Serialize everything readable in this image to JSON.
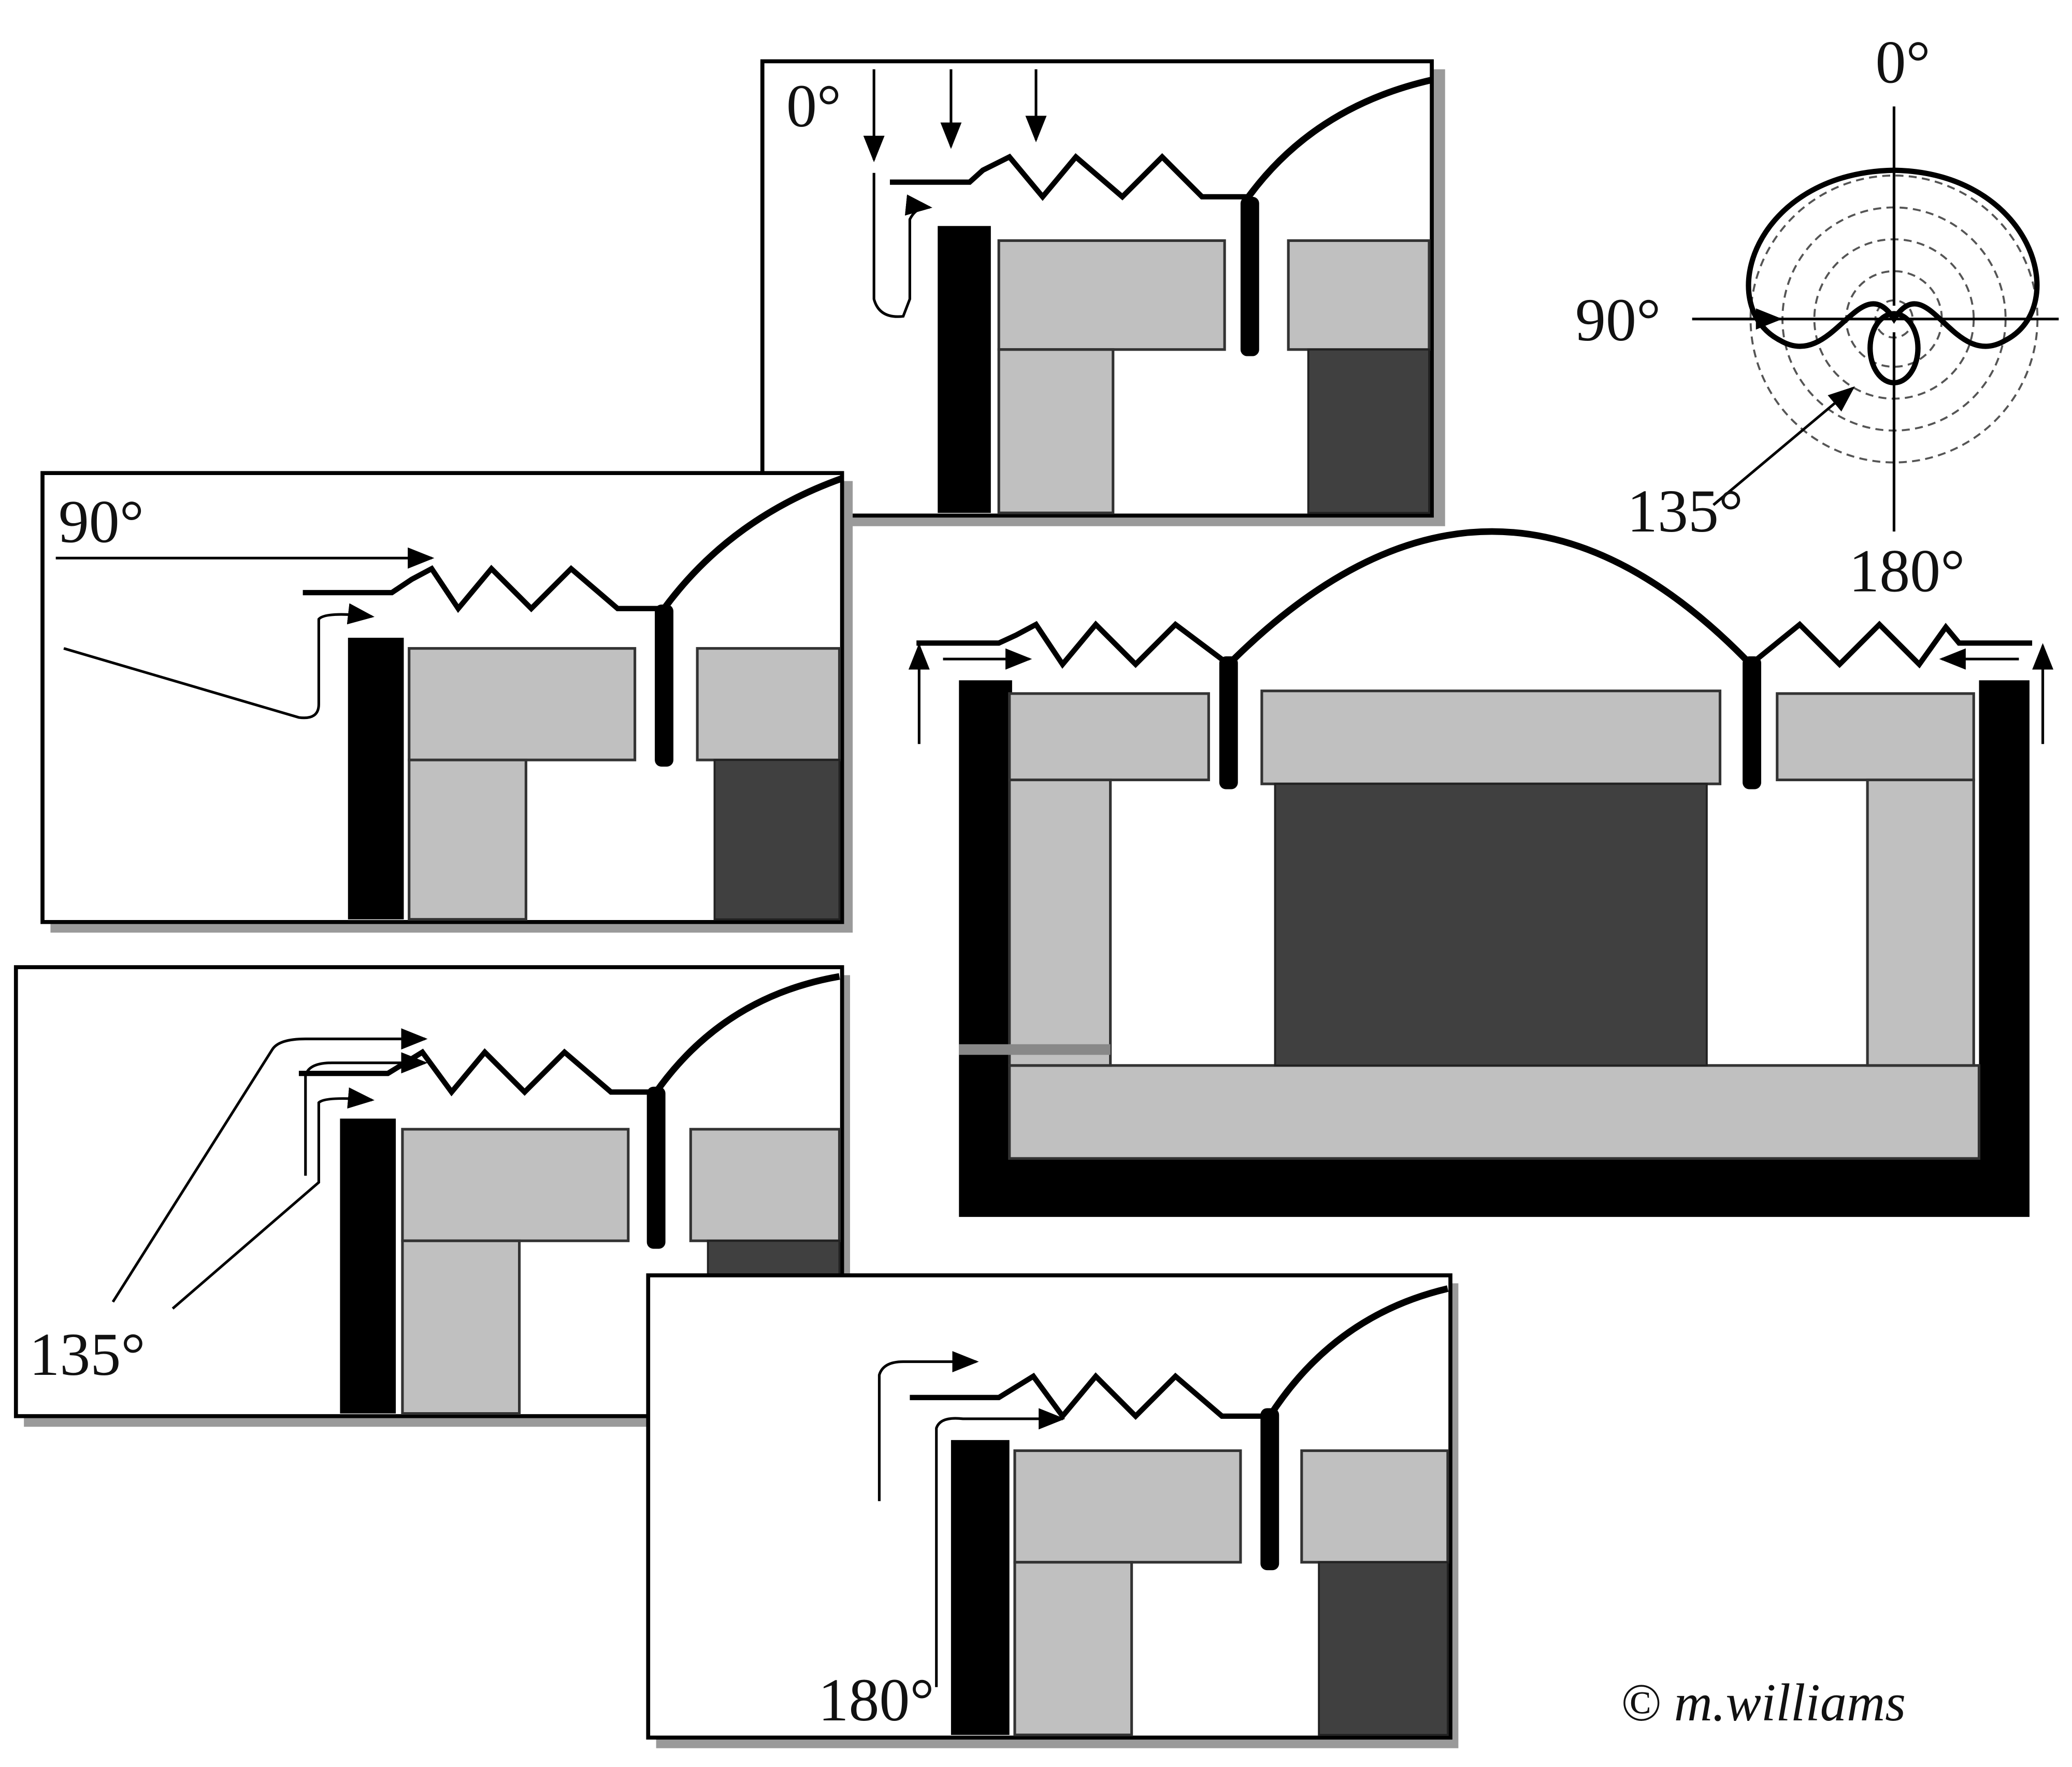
{
  "title": "Loudspeaker driver off-axis sound paths and polar pattern",
  "panels": [
    {
      "id": "0deg",
      "label": "0°"
    },
    {
      "id": "90deg",
      "label": "90°"
    },
    {
      "id": "135deg",
      "label": "135°"
    },
    {
      "id": "180deg",
      "label": "180°"
    }
  ],
  "polar": {
    "labels": {
      "top": "0°",
      "left": "90°",
      "diag": "135°",
      "bottom": "180°"
    },
    "rings": 5,
    "pattern": "cardioid"
  },
  "copyright": "© m.williams",
  "colors": {
    "light_gray": "#c0c0c0",
    "dark_gray": "#404040",
    "black": "#000000"
  }
}
